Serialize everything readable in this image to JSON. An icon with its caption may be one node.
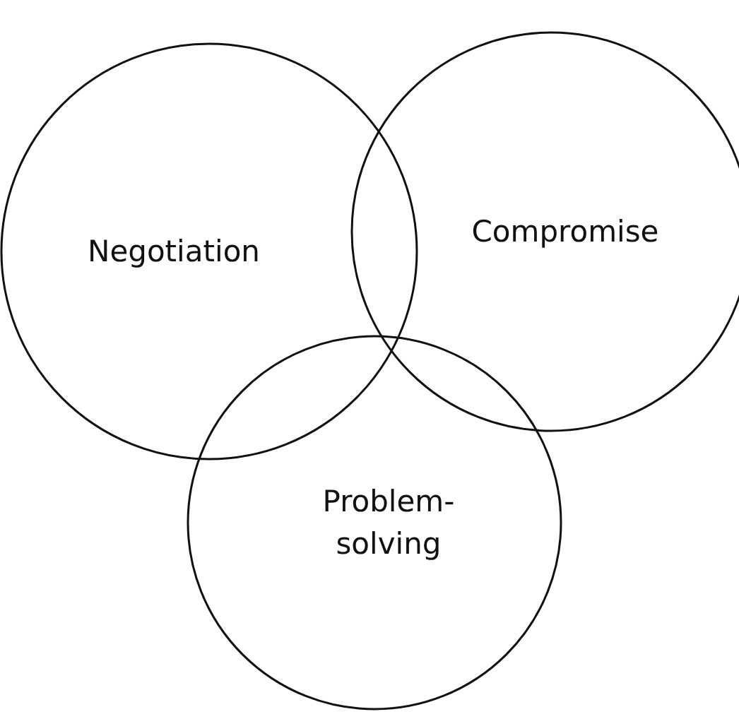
{
  "diagram": {
    "nodes": [
      {
        "text": [
          "Negotiation"
        ]
      },
      {
        "text": [
          "Compromise"
        ]
      },
      {
        "text": [
          "Problem-solving"
        ]
      }
    ]
  }
}
